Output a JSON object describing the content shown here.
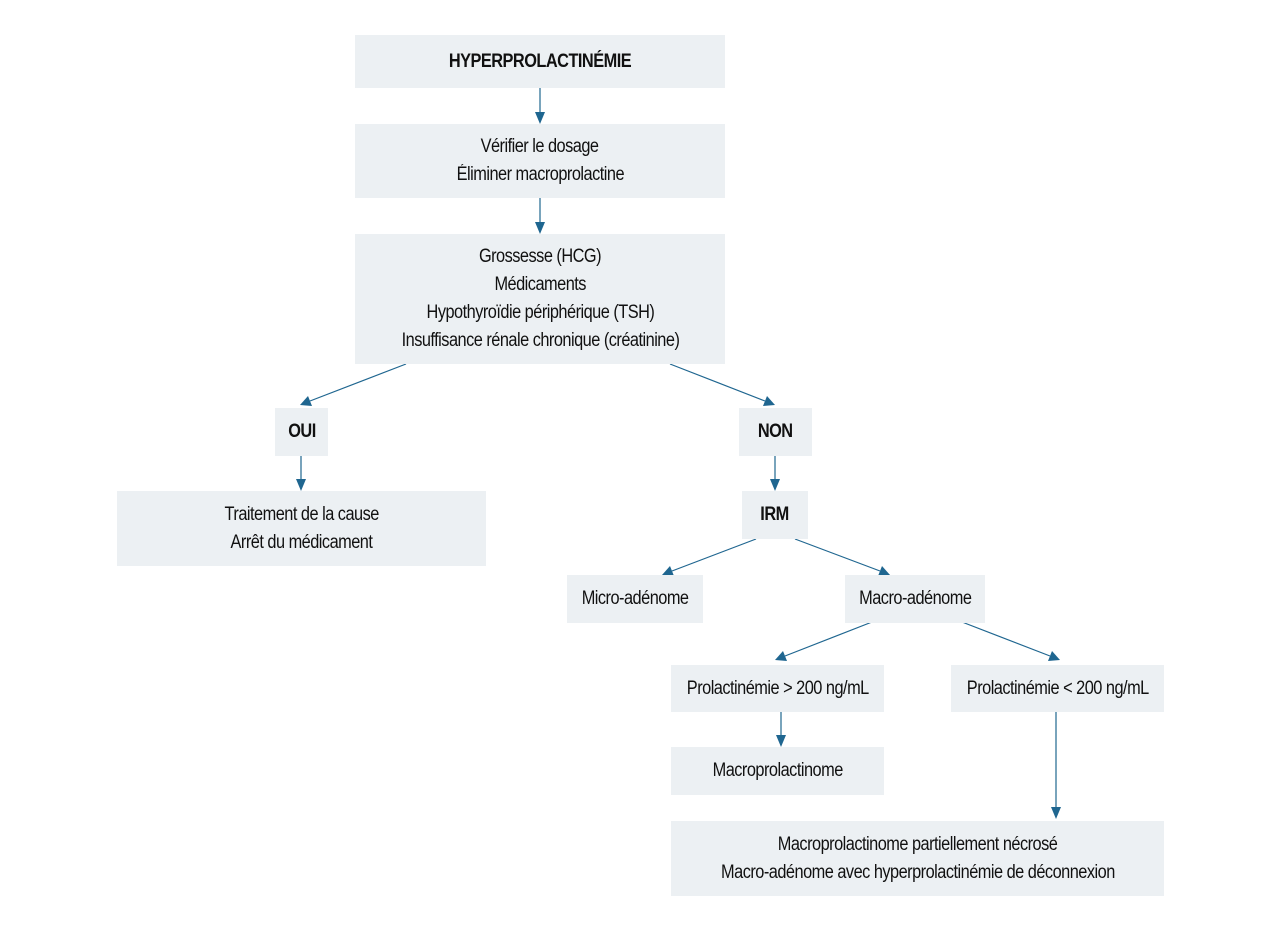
{
  "nodes": {
    "hyperprolactinemie": [
      "HYPERPROLACTINÉMIE"
    ],
    "verifier": [
      "Vérifier le dosage",
      "Éliminer macroprolactine"
    ],
    "causes": [
      "Grossesse (HCG)",
      "Médicaments",
      "Hypothyroïdie périphérique (TSH)",
      "Insuffisance rénale chronique (créatinine)"
    ],
    "oui": [
      "OUI"
    ],
    "non": [
      "NON"
    ],
    "traitement": [
      "Traitement de la cause",
      "Arrêt du médicament"
    ],
    "irm": [
      "IRM"
    ],
    "micro": [
      "Micro-adénome"
    ],
    "macro": [
      "Macro-adénome"
    ],
    "prl_sup": [
      "Prolactinémie > 200 ng/mL"
    ],
    "prl_inf": [
      "Prolactinémie < 200 ng/mL"
    ],
    "macroprolactinome": [
      "Macroprolactinome"
    ],
    "necrose": [
      "Macroprolactinome partiellement nécrosé",
      "Macro-adénome avec hyperprolactinémie de déconnexion"
    ]
  },
  "colors": {
    "box": "#ecf0f3",
    "arrow": "#1f6690",
    "text": "#111111"
  }
}
